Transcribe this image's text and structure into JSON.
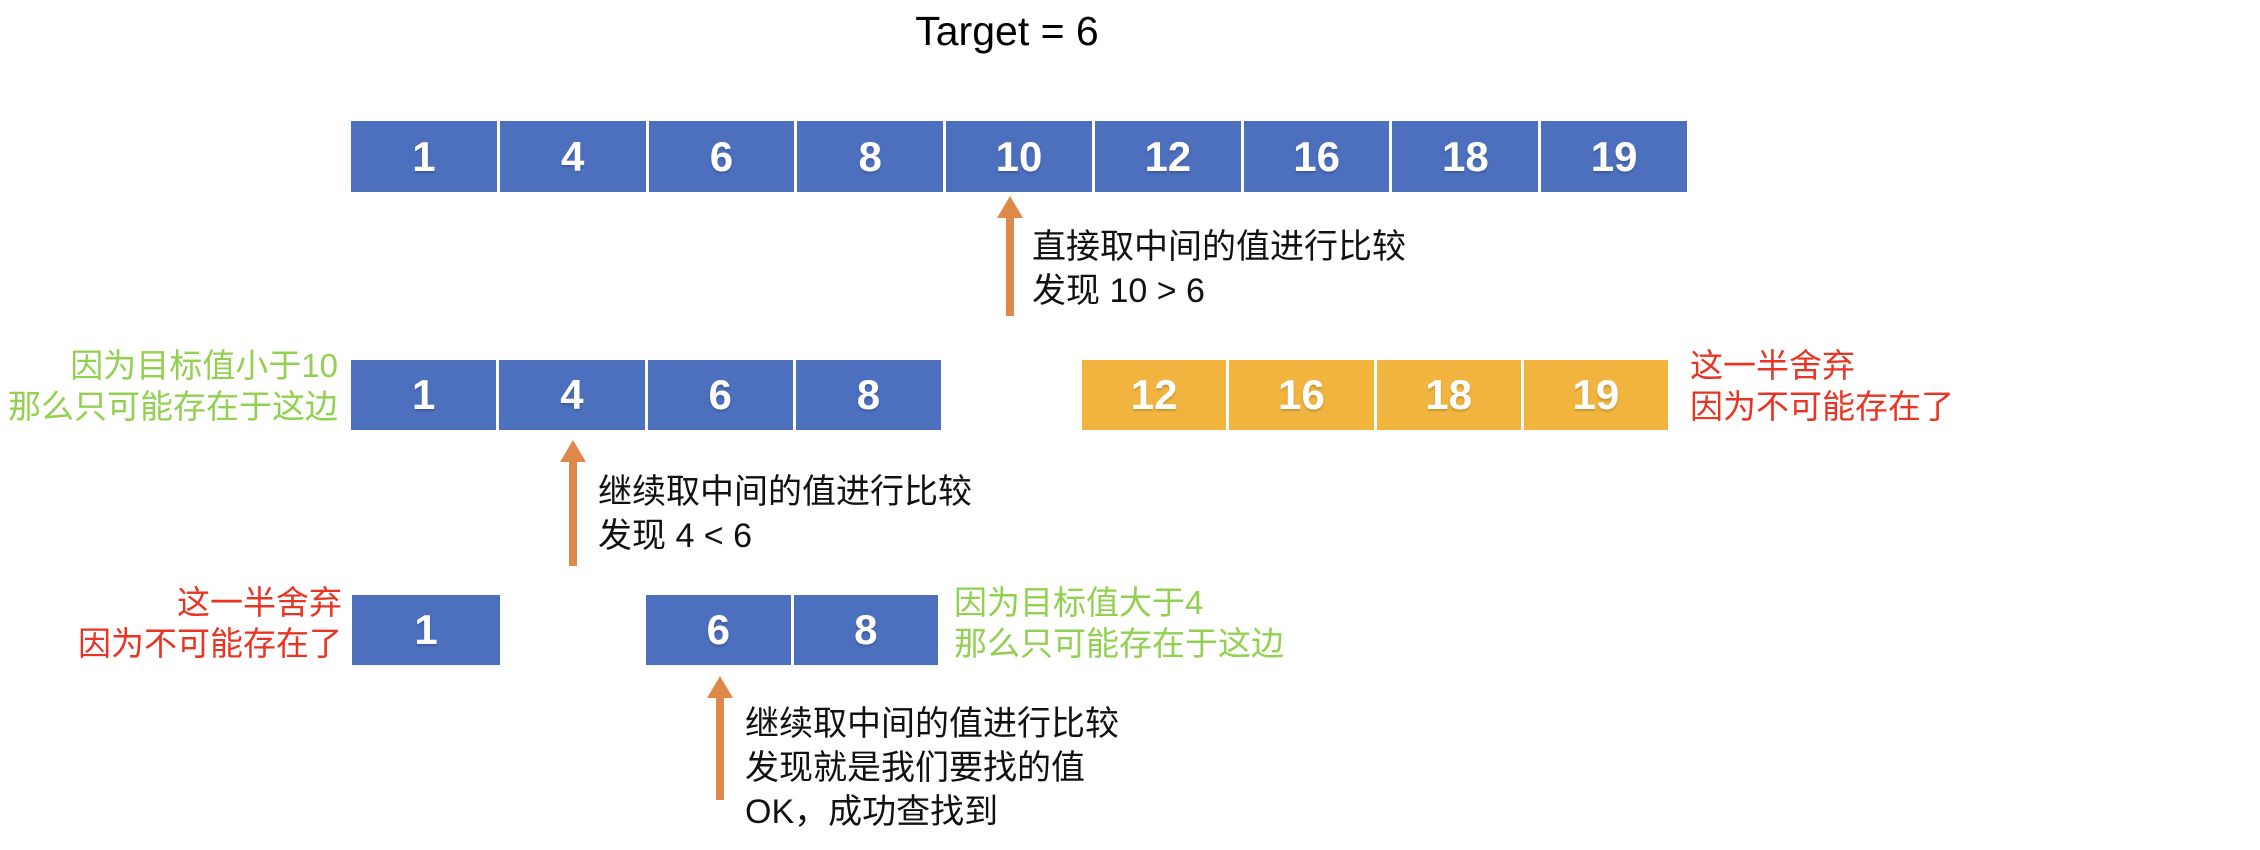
{
  "title": "Target = 6",
  "colors": {
    "blue": "#4C6FBE",
    "gold": "#F1B53F",
    "arrow": "#E0884A",
    "green": "#92D050",
    "red": "#EA3423"
  },
  "arrays": {
    "row1": {
      "values": [
        "1",
        "4",
        "6",
        "8",
        "10",
        "12",
        "16",
        "18",
        "19"
      ]
    },
    "row2_left": {
      "values": [
        "1",
        "4",
        "6",
        "8"
      ]
    },
    "row2_right": {
      "values": [
        "12",
        "16",
        "18",
        "19"
      ]
    },
    "row3_left": {
      "values": [
        "1"
      ]
    },
    "row3_mid": {
      "values": [
        "6",
        "8"
      ]
    }
  },
  "annotations": {
    "step1": {
      "lines": [
        "直接取中间的值进行比较",
        "发现 10 > 6"
      ]
    },
    "step2": {
      "lines": [
        "继续取中间的值进行比较",
        "发现 4 < 6"
      ]
    },
    "step3": {
      "lines": [
        "继续取中间的值进行比较",
        "发现就是我们要找的值",
        "OK，成功查找到"
      ]
    }
  },
  "side_notes": {
    "row2_left_green": {
      "lines": [
        "因为目标值小于10",
        "那么只可能存在于这边"
      ]
    },
    "row2_right_red": {
      "lines": [
        "这一半舍弃",
        "因为不可能存在了"
      ]
    },
    "row3_left_red": {
      "lines": [
        "这一半舍弃",
        "因为不可能存在了"
      ]
    },
    "row3_right_green": {
      "lines": [
        "因为目标值大于4",
        "那么只可能存在于这边"
      ]
    }
  }
}
